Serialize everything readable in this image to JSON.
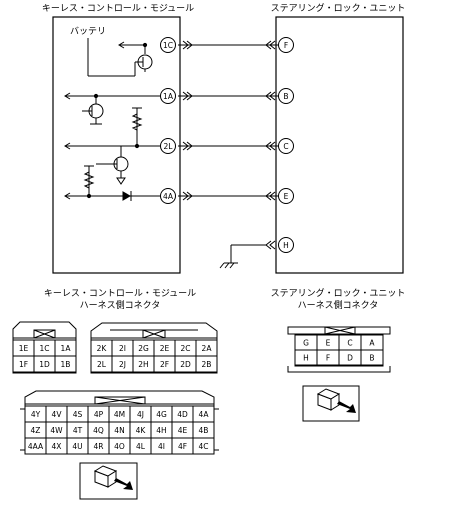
{
  "module_name": "キーレス・コントロール・モジュール",
  "unit_name": "ステアリング・ロック・ユニット",
  "battery_label": "バッテリ",
  "module_pins": [
    "1C",
    "1A",
    "2L",
    "4A"
  ],
  "unit_pins": [
    "F",
    "B",
    "C",
    "E",
    "H"
  ],
  "module_connector_title_1": "キーレス・コントロール・モジュール",
  "module_connector_title_2": "ハーネス側コネクタ",
  "unit_connector_title_1": "ステアリング・ロック・ユニット",
  "unit_connector_title_2": "ハーネス側コネクタ",
  "conn_a": [
    [
      "1E",
      "1C",
      "1A"
    ],
    [
      "1F",
      "1D",
      "1B"
    ]
  ],
  "conn_b": [
    [
      "2K",
      "2I",
      "2G",
      "2E",
      "2C",
      "2A"
    ],
    [
      "2L",
      "2J",
      "2H",
      "2F",
      "2D",
      "2B"
    ]
  ],
  "conn_c": [
    [
      "4Y",
      "4V",
      "4S",
      "4P",
      "4M",
      "4J",
      "4G",
      "4D",
      "4A"
    ],
    [
      "4Z",
      "4W",
      "4T",
      "4Q",
      "4N",
      "4K",
      "4H",
      "4E",
      "4B"
    ],
    [
      "4AA",
      "4X",
      "4U",
      "4R",
      "4O",
      "4L",
      "4I",
      "4F",
      "4C"
    ]
  ],
  "conn_d": [
    [
      "G",
      "E",
      "C",
      "A"
    ],
    [
      "H",
      "F",
      "D",
      "B"
    ]
  ]
}
